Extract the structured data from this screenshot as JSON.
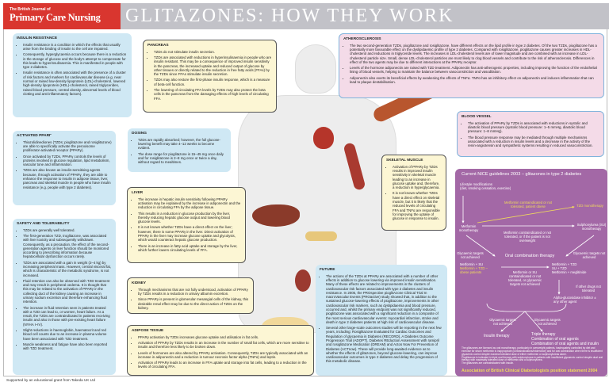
{
  "header": {
    "journal_small": "The British Journal of",
    "journal_big": "Primary Care Nursing",
    "title": "GLITAZONES: HOW THEY WORK"
  },
  "insulin_resistance": {
    "title": "INSULIN RESISTANCE",
    "items": [
      "Insulin resistance is a condition in which the effects that usually arise from the binding of insulin to the cell are impaired.",
      "Consequently, hyperglycaemia occurs because there is a reduction in the storage of glucose and the body's attempt to compensate for this leads to hyperinsulinaemia. This is manifested in people with type 2 diabetes.",
      "Insulin resistance is often associated with the presence of a cluster of risk factors and markers for cardiovascular disease (e.g. near normal or raised low-density lipoprotein (LDL)-cholesterol, lowered high-density lipoprotein (HDL)-cholesterol, raised triglycerides, raised blood pressure, central obesity, abnormal levels of blood clotting and anti-inflammatory factors)."
    ]
  },
  "pancreas": {
    "title": "PANCREAS",
    "items": [
      "TZDs do not stimulate insulin secretion.",
      "TZDs are associated with reductions in hyperinsulinaemia in people who are insulin resistant. This may be a consequence of improved insulin sensitivity in the pancreas, the increased uptake and reduced output of glucose by other tissues or directly related to the reduction in free fatty acids (FFAs) by the TZDs since FFAs stimulate insulin secretion.",
      "TZDs may also restore the first-phase insulin response, which is a measure of beta-cell function.",
      "The lowering of circulating FFA levels by TZDs may also protect the beta cells in the pancreas from the damaging effects of high levels of circulating FFA."
    ]
  },
  "atherosclerosis": {
    "title": "ATHEROSCLEROSIS",
    "items": [
      "The two second-generation TZDs, pioglitazone and rosiglitazone, have different effects on the lipid profile in type 2 diabetes. Of the two TZDs, pioglitazone has a potentially more favourable effect on the dyslipidaemic profile of type 2 diabetes. Compared with rosiglitazone, pioglitazone causes greater increases in HDL-cholesterol and reductions in triglyceride levels. The increases in LDL-cholesterol levels are of lower magnitude and are combined with an increase in LDL-cholesterol particle size. Small, dense LDL-cholesterol particles are most likely to clog blood vessels and contribute to the risk of atherosclerosis. Differences in effect of the two agents may be due to different interactions at the PPARγ receptor.",
      "Levels of the hormone adiponectin are raised with TZD treatment. Adiponectin has anti-atherogenic properties, including improving the function of the endothelial lining of blood vessels, helping to maintain the balance between vasoconstriction and vasodilation.",
      "Adiponectin also exerts its beneficial effects by weakening the effects of TNFα. TNFα has an inhibitory effect on adiponectin and induces inflammation that can lead to plaque destabilisation."
    ]
  },
  "blood_vessel": {
    "title": "BLOOD VESSEL",
    "items": [
      "The activation of PPARγ by TZDs is associated with reductions in systolic and diastolic blood pressure (systolic blood pressure: 1–5 mmHg, diastolic blood pressure: 1–8 mmHg).",
      "The blood pressure response may be mediated through multiple mechanisms associated with a reduction in insulin levels and a decrease in the activity of the renin-angiotensin and sympathetic systems resulting in reduced vasoconstriction."
    ]
  },
  "dosing": {
    "title": "DOSING",
    "items": [
      "TZDs are rapidly absorbed; however, the full glucose-lowering benefit may take 4–12 weeks to become evident.",
      "The dose range for pioglitazone is 15–45 mg once daily and for rosiglitazone is 2–8 mg once or twice a day, without regard to mealtimes."
    ]
  },
  "activated": {
    "title": "ACTIVATED PPARγ",
    "items": [
      "Thiazolidinediones (TZDs; pioglitazone and rosiglitazone) are able to specifically activate the peroxisome proliferator-activated receptor (PPARγ).",
      "Once activated by TZDs, PPARγ controls the levels of proteins involved in glucose regulation, lipid metabolism, vascular tone and inflammation.",
      "TZDs are also known as insulin-sensitising agents because, through activation of PPARγ, they are able to enhance the response to insulin in adipose tissue, liver, pancreas and skeletal muscle in people who have insulin resistance (e.g. people with type 2 diabetes)."
    ]
  },
  "liver": {
    "title": "LIVER",
    "items": [
      "The increase in hepatic insulin sensitivity following PPARγ activation may be explained by the increase in adiponectin and the reduction in circulating FFA by the adipose tissue.",
      "This results in a reduction in glucose production by the liver, thereby reducing hepatic glucose output and lowering blood glucose levels.",
      "It is not known whether TZDs have a direct effect on the liver; however, there is some PPARγ in the liver. Direct activation of PPARγ in the liver may increase glucose uptake and glycolysis, which would counteract hepatic glucose production.",
      "There is an increase in fatty acid uptake and storage by the liver, which further lowers circulating levels of FFA."
    ]
  },
  "skeletal": {
    "title": "SKELETAL MUSCLE",
    "items": [
      "Activation of PPARγ by TZDs results in improved insulin sensitivity in skeletal muscle leading to an increase in glucose uptake and, therefore, a reduction in hyperglycaemia.",
      "It is not known whether TZDs have a direct effect on skeletal muscle, but it is likely that the reduced levels of circulating FFA and TNFα are responsible for improving the uptake of glucose in response to insulin."
    ]
  },
  "safety": {
    "title": "SAFETY AND TOLERABILITY",
    "items": [
      "TZDs are generally well tolerated.",
      "The first-generation TZD, troglitazone, was associated with liver toxicity and subsequently withdrawn. Consequently, as a precaution, the effect of the second-generation agents on liver function should be monitored according to prescribing information because hepatocellular dysfunction occurs rarely.",
      "TZDs are associated with a gain in weight (2–4 kg) by increasing peripheral mass. However, central visceral fat, which is characteristic of the metabolic syndrome, is not increased.",
      "Fluid retention can also be observed with TZD treatment and may result in peripheral oedema. It is thought that this may be related to the activation of PPARγ in the collecting duct of the kidney causing an increase in urinary sodium excretion and therefore enhancing fluid retention.",
      "The increase in fluid retention seen in patients treated with a TZD can lead to, or worsen, heart failure. As a result, the TZDs are contraindicated in patients receiving insulin and also in those with pre-existing heart failure (NYHA I–IV).",
      "Slight reductions in haemoglobin, haematocrit and red blood cell counts due to an increase in plasma volume have been associated with TZD treatment.",
      "Muscle weakness and fatigue have also been reported with TZD treatment."
    ]
  },
  "kidney": {
    "title": "KIDNEY",
    "items": [
      "Through mechanisms that are not fully understood, activation of PPARγ by TZDs results in a reduction in urinary albumin excretion.",
      "Since PPARγ is present in glomerular mesangial cells of the kidney, this desirable renal effect may be due to the direct action of TZDs on the kidney."
    ]
  },
  "adipose": {
    "title": "ADIPOSE TISSUE",
    "items": [
      "PPARγ activation by TZDs increases glucose uptake and utilisation in fat cells.",
      "Activation of PPARγ by TZDs results in an increase in the number of small fat cells, which are more sensitive to insulin and therefore less likely to be broken down.",
      "Levels of hormones are also altered by PPARγ activation. Consequently, TZDs are typically associated with an increase in adiponectin and a reduction in tumour necrosis factor alpha (TNFα) and leptin.",
      "Activation of PPARγ leads to an increase in FFA uptake and storage into fat cells, leading to a reduction in the levels of circulating FFA."
    ]
  },
  "future": {
    "title": "FUTURE",
    "items": [
      "The actions of the TZDs at PPARγ are associated with a number of other effects in addition to glucose lowering via improved insulin sensitisation. Many of these effects are related to improvements in the clusters of cardiovascular risk factors associated with type 2 diabetes and insulin resistance. In 2005, the PROspective pioglitAzone Clinical Trial In macroVascular Events (PROactive) study showed that, in addition to the sustained glucose-lowering effects of pioglitazone, improvements in other cardiovascular risk markers, such as dyslipidaemia and blood pressure, occurred and, whilst the primary endpoint was not significantly reduced, pioglitazone was associated with a significant reduction in a composite of the most serious cardiovascular events: myocardial infarction, stroke and death in type 2 diabetes patients at high risk of cardiovascular disease.",
      "Several other large-scale outcomes studies will be reporting in the next few years, including: Rosiglitazone Evaluated for Cardiac Outcomes and Regulation of glycaemia in Diabetes (RECORD), A Diabetes Outcome Progression Trial (ADOPT), Diabetes REduction Assessment with ramipril and rosiglitazone Medication (DREAM) and Actos Now For Prevention of Diabetes (ACTnow). These will provide long-awaited evidence as to whether the effects of glitazones, beyond glucose-lowering, can improve cardiovascular outcomes in type 2 diabetes and delay the progression of this metabolic disease."
    ]
  },
  "nice": {
    "title": "Current NICE guidelines 2003 – glitazones in type 2 diabetes",
    "lifestyle": "Lifestyle modifications",
    "lifestyle_sub": "(diet, smoking cessation, exercise)",
    "met_ci_obese": "Metformin contraindicated or not tolerated, patient obese",
    "tzd_mono": "TZD monotherapy",
    "met_mono": "Metformin monotherapy",
    "su_mono": "Sulphonylurea (SU) monotherapy",
    "met_ci_overweight": "Metformin contraindicated or not tolerated, or if the patient is not overweight",
    "gly_left": "Glycaemic targets not achieved",
    "gly_right": "Glycaemic targets not achieved",
    "oral_combo": "Oral combination therapy",
    "left_opts": [
      "Metformin + SU",
      "Metformin + TZD – obese patients"
    ],
    "mid_note": "Metformin or SU contraindicated or not tolerated, or glycaemic targets not achieved",
    "right_opts": [
      "Metformin + TZD",
      "SU + TZD",
      "Metformin + meglitinide"
    ],
    "other_drugs": "If other drugs not tolerated",
    "alpha": "Alpha-glucosidase inhibitor ± any other agent",
    "gly_b1": "Glycaemic targets not achieved",
    "gly_b2": "Glycaemic targets not achieved",
    "insulin": "Insulin therapy",
    "triple": "Triple therapy",
    "triple_opts": [
      "Combination of oral agents",
      "Combination of oral agents and insulin"
    ],
    "notes": [
      "The glitazones are licensed as oral monotherapy, particularly in overweight patients, inadequately controlled by diet and exercise for whom metformin is inappropriate (contraindications/intolerance) and for oral combination when there is insufficient glycaemic control despite maximal tolerated dose of either metformin or sulphonylureas alone.",
      "Pioglitazone is indicated in triple oral therapy with sulphonylurea in patients with insufficient glycaemic control despite dual oral therapy with maximally tolerated dose of metformin and a sulphonylurea.",
      "The glitazones are contraindicated with insulin."
    ],
    "source": "Association of British Clinical Diabetologists position statement 2004"
  },
  "footer": "Supported by an educational grant from Takeda UK Ltd",
  "colors": {
    "header_red": "#d9362f",
    "header_gray": "#c2c2c8",
    "blue_box": "#cfe8f4",
    "yellow_box": "#fcf6d4",
    "pink_box": "#f4dbe8",
    "purple": "#a368a6",
    "highlight": "#f2dc5a"
  }
}
